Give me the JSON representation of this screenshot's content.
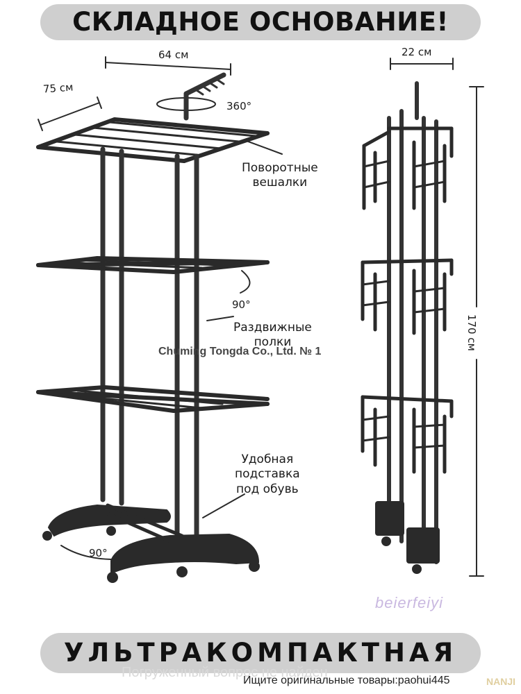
{
  "header": {
    "title": "СКЛАДНОЕ ОСНОВАНИЕ!"
  },
  "footer": {
    "title": "УЛЬТРАКОМПАКТНАЯ"
  },
  "dimensions": {
    "width": "64 см",
    "depth": "75 см",
    "folded_depth": "22 см",
    "height": "170 см"
  },
  "angles": {
    "rotation": "360°",
    "shelf": "90°",
    "base": "90°"
  },
  "features": {
    "rotating_hangers": [
      "Поворотные",
      "вешалки"
    ],
    "extendable_shelves": [
      "Раздвижные",
      "полки"
    ],
    "shoe_stand": [
      "Удобная",
      "подставка",
      "под обувь"
    ]
  },
  "watermarks": {
    "company": "Chuming Tongda Co., Ltd. № 1",
    "brand": "beierfeiyi",
    "faded_line": "Погруженный вопрос не найден",
    "search_hint": "Ищите оригинальные товары:paohui445",
    "corner": "NANJI"
  },
  "colors": {
    "banner_bg": "#cfcfcf",
    "frame": "#2a2a2a",
    "frame_light": "#555555",
    "text": "#1a1a1a"
  }
}
